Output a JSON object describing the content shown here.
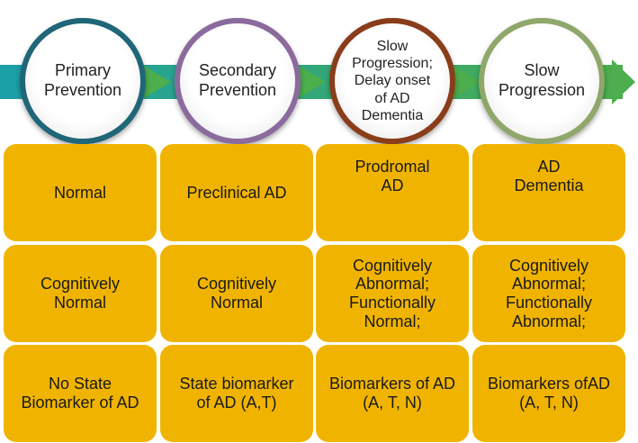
{
  "colors": {
    "ring_1": "#1f6678",
    "ring_2": "#8b6b9e",
    "ring_3": "#8a3d1a",
    "ring_4": "#8fa76a",
    "arrow_teal": "#1aa0a8",
    "arrow_green": "#4cae4c",
    "cell_fill": "#f0b400"
  },
  "stages": [
    {
      "label": "Primary\nPrevention"
    },
    {
      "label": "Secondary\nPrevention"
    },
    {
      "label": "Slow\nProgression;\nDelay onset\nof AD\nDementia"
    },
    {
      "label": "Slow\nProgression"
    }
  ],
  "rows": [
    {
      "cells": [
        "Normal",
        "Preclinical AD",
        "Prodromal\nAD",
        "AD\nDementia"
      ]
    },
    {
      "cells": [
        "Cognitively\nNormal",
        "Cognitively\nNormal",
        "Cognitively\nAbnormal;\nFunctionally\nNormal;",
        "Cognitively\nAbnormal;\nFunctionally\nAbnormal;"
      ]
    },
    {
      "cells": [
        "No State\nBiomarker of AD",
        "State biomarker\nof AD (A,T)",
        "Biomarkers of AD\n(A, T, N)",
        "Biomarkers ofAD\n(A, T, N)"
      ]
    }
  ]
}
